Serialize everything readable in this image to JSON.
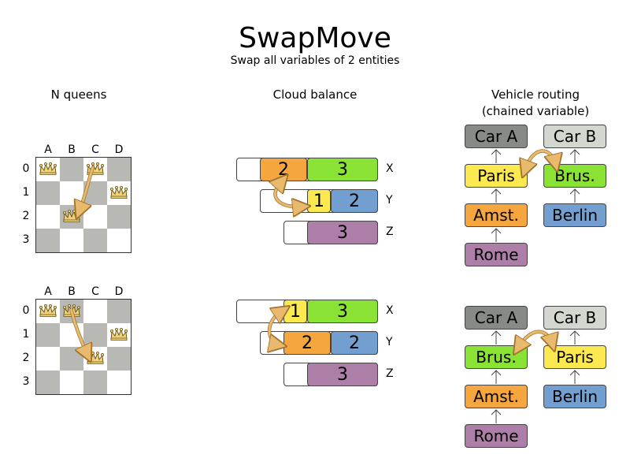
{
  "header": {
    "title": "SwapMove",
    "subtitle": "Swap all variables of 2 entities"
  },
  "columns": {
    "queens": "N queens",
    "cloud": "Cloud balance",
    "vehicle_line1": "Vehicle routing",
    "vehicle_line2": "(chained variable)"
  },
  "queens": {
    "col_labels": [
      "A",
      "B",
      "C",
      "D"
    ],
    "row_labels": [
      "0",
      "1",
      "2",
      "3"
    ],
    "before": {
      "queen_rows": [
        0,
        2,
        0,
        1
      ]
    },
    "after": {
      "queen_rows": [
        0,
        0,
        2,
        1
      ]
    }
  },
  "cloud": {
    "computer_labels": [
      "X",
      "Y",
      "Z"
    ],
    "before": [
      [
        {
          "text": "2",
          "color": "#f5a63f"
        },
        {
          "text": "3",
          "color": "#8ae234"
        }
      ],
      [
        {
          "text": "1",
          "color": "#fce94f"
        },
        {
          "text": "2",
          "color": "#729fcf"
        }
      ],
      [
        {
          "text": "3",
          "color": "#ad7fa8"
        }
      ]
    ],
    "after": [
      [
        {
          "text": "1",
          "color": "#fce94f"
        },
        {
          "text": "3",
          "color": "#8ae234"
        }
      ],
      [
        {
          "text": "2",
          "color": "#f5a63f"
        },
        {
          "text": "2",
          "color": "#729fcf"
        }
      ],
      [
        {
          "text": "3",
          "color": "#ad7fa8"
        }
      ]
    ]
  },
  "vehicle": {
    "before": {
      "car_a": {
        "text": "Car A",
        "color": "#888a85"
      },
      "car_b": {
        "text": "Car B",
        "color": "#d3d7cf"
      },
      "left": [
        {
          "text": "Paris",
          "color": "#fce94f"
        },
        {
          "text": "Amst.",
          "color": "#f5a63f"
        },
        {
          "text": "Rome",
          "color": "#ad7fa8"
        }
      ],
      "right": [
        {
          "text": "Brus.",
          "color": "#8ae234"
        },
        {
          "text": "Berlin",
          "color": "#729fcf"
        }
      ]
    },
    "after": {
      "car_a": {
        "text": "Car A",
        "color": "#888a85"
      },
      "car_b": {
        "text": "Car B",
        "color": "#d3d7cf"
      },
      "left": [
        {
          "text": "Brus.",
          "color": "#8ae234"
        },
        {
          "text": "Amst.",
          "color": "#f5a63f"
        },
        {
          "text": "Rome",
          "color": "#ad7fa8"
        }
      ],
      "right": [
        {
          "text": "Paris",
          "color": "#fce94f"
        },
        {
          "text": "Berlin",
          "color": "#729fcf"
        }
      ]
    }
  },
  "colors": {
    "arrow": "#e9b96e",
    "queen": "#f1d27a",
    "dark_cell": "#b8b8b4"
  }
}
